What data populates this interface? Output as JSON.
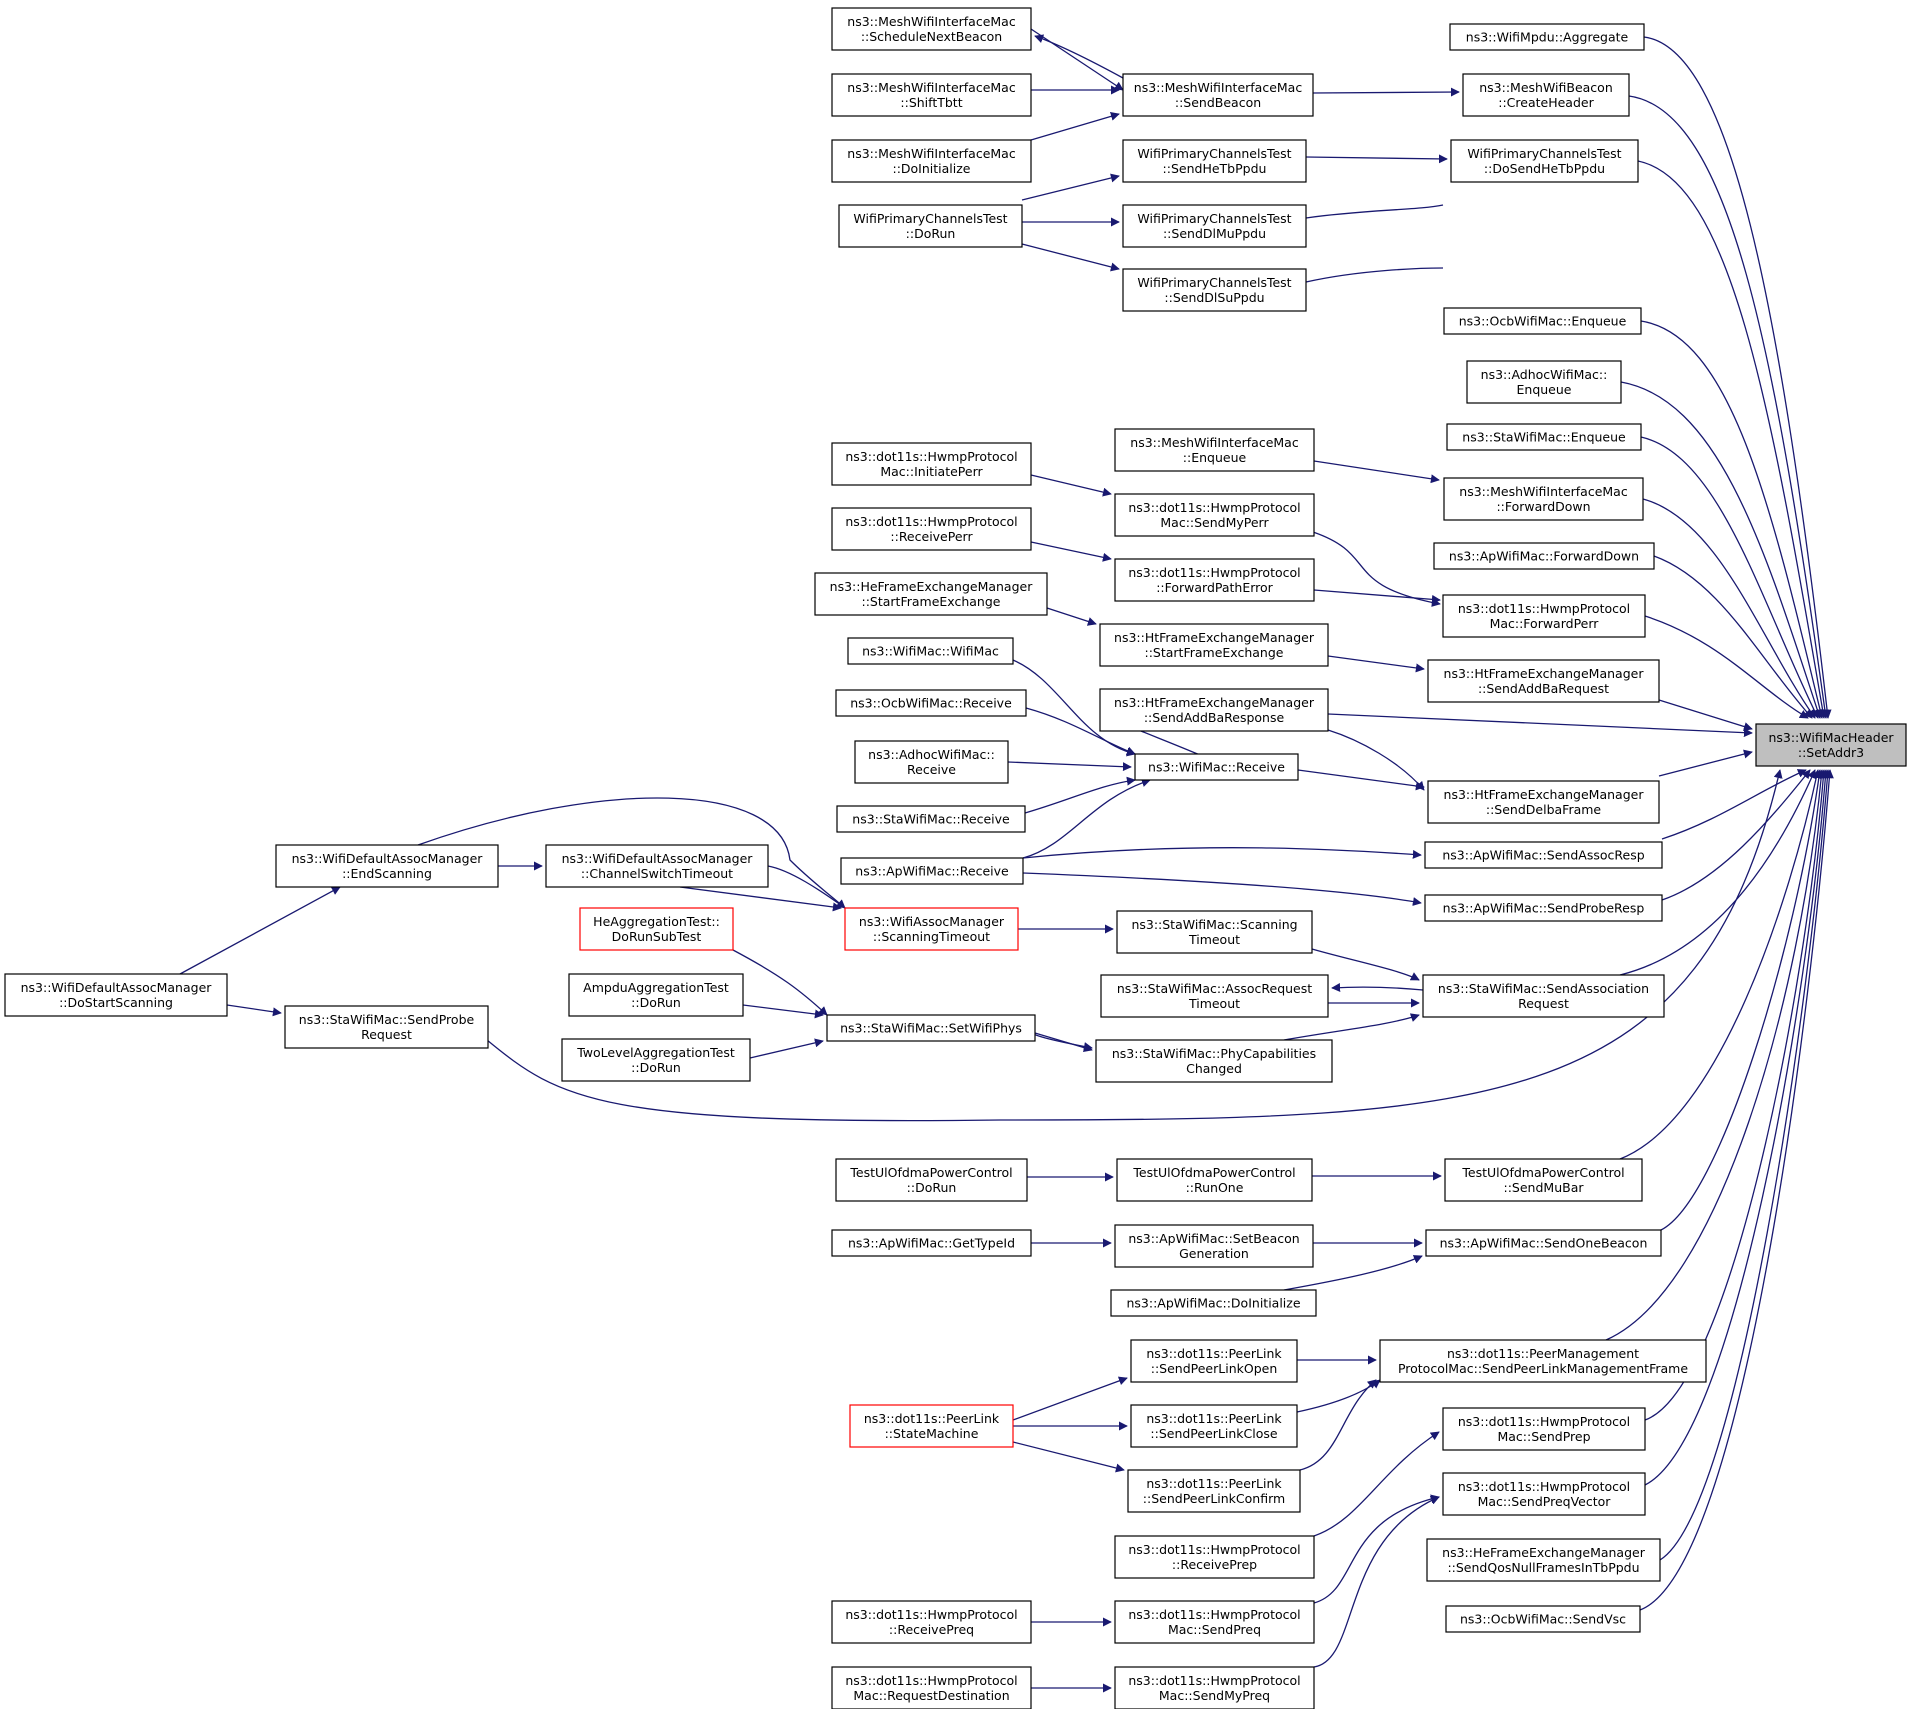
{
  "colors": {
    "edge": "#191970",
    "node_border": "#000000",
    "focus_fill": "#bfbfbf",
    "truncated_border": "#ff0000"
  },
  "nodes": [
    {
      "id": "setaddr3",
      "lines": [
        "ns3::WifiMacHeader",
        "::SetAddr3"
      ]
    },
    {
      "id": "aggregate",
      "lines": [
        "ns3::WifiMpdu::Aggregate"
      ]
    },
    {
      "id": "createheader",
      "lines": [
        "ns3::MeshWifiBeacon",
        "::CreateHeader"
      ]
    },
    {
      "id": "dosendhetb",
      "lines": [
        "WifiPrimaryChannelsTest",
        "::DoSendHeTbPpdu"
      ]
    },
    {
      "id": "ocbenqueue",
      "lines": [
        "ns3::OcbWifiMac::Enqueue"
      ]
    },
    {
      "id": "adhocenqueue",
      "lines": [
        "ns3::AdhocWifiMac::",
        "Enqueue"
      ]
    },
    {
      "id": "staenqueue",
      "lines": [
        "ns3::StaWifiMac::Enqueue"
      ]
    },
    {
      "id": "meshfwddown",
      "lines": [
        "ns3::MeshWifiInterfaceMac",
        "::ForwardDown"
      ]
    },
    {
      "id": "apfwddown",
      "lines": [
        "ns3::ApWifiMac::ForwardDown"
      ]
    },
    {
      "id": "fwdperr",
      "lines": [
        "ns3::dot11s::HwmpProtocol",
        "Mac::ForwardPerr"
      ]
    },
    {
      "id": "sendaddbareq",
      "lines": [
        "ns3::HtFrameExchangeManager",
        "::SendAddBaRequest"
      ]
    },
    {
      "id": "senddelba",
      "lines": [
        "ns3::HtFrameExchangeManager",
        "::SendDelbaFrame"
      ]
    },
    {
      "id": "sendassocresp",
      "lines": [
        "ns3::ApWifiMac::SendAssocResp"
      ]
    },
    {
      "id": "sendproberesp",
      "lines": [
        "ns3::ApWifiMac::SendProbeResp"
      ]
    },
    {
      "id": "sendassocreq",
      "lines": [
        "ns3::StaWifiMac::SendAssociation",
        "Request"
      ]
    },
    {
      "id": "sendmubar",
      "lines": [
        "TestUlOfdmaPowerControl",
        "::SendMuBar"
      ]
    },
    {
      "id": "sendonebeacon",
      "lines": [
        "ns3::ApWifiMac::SendOneBeacon"
      ]
    },
    {
      "id": "sendpeerlinkmgmt",
      "lines": [
        "ns3::dot11s::PeerManagement",
        "ProtocolMac::SendPeerLinkManagementFrame"
      ]
    },
    {
      "id": "sendprep",
      "lines": [
        "ns3::dot11s::HwmpProtocol",
        "Mac::SendPrep"
      ]
    },
    {
      "id": "sendpreqvector",
      "lines": [
        "ns3::dot11s::HwmpProtocol",
        "Mac::SendPreqVector"
      ]
    },
    {
      "id": "sendqosnull",
      "lines": [
        "ns3::HeFrameExchangeManager",
        "::SendQosNullFramesInTbPpdu"
      ]
    },
    {
      "id": "sendvsc",
      "lines": [
        "ns3::OcbWifiMac::SendVsc"
      ]
    },
    {
      "id": "meshsendbeacon",
      "lines": [
        "ns3::MeshWifiInterfaceMac",
        "::SendBeacon"
      ]
    },
    {
      "id": "sendhetb",
      "lines": [
        "WifiPrimaryChannelsTest",
        "::SendHeTbPpdu"
      ]
    },
    {
      "id": "senddlmu",
      "lines": [
        "WifiPrimaryChannelsTest",
        "::SendDlMuPpdu"
      ]
    },
    {
      "id": "senddlsu",
      "lines": [
        "WifiPrimaryChannelsTest",
        "::SendDlSuPpdu"
      ]
    },
    {
      "id": "meshenqueue",
      "lines": [
        "ns3::MeshWifiInterfaceMac",
        "::Enqueue"
      ]
    },
    {
      "id": "sendmyperr",
      "lines": [
        "ns3::dot11s::HwmpProtocol",
        "Mac::SendMyPerr"
      ]
    },
    {
      "id": "fwdpatherror",
      "lines": [
        "ns3::dot11s::HwmpProtocol",
        "::ForwardPathError"
      ]
    },
    {
      "id": "htstartfe",
      "lines": [
        "ns3::HtFrameExchangeManager",
        "::StartFrameExchange"
      ]
    },
    {
      "id": "sendaddbaresp",
      "lines": [
        "ns3::HtFrameExchangeManager",
        "::SendAddBaResponse"
      ]
    },
    {
      "id": "wifimacreceive",
      "lines": [
        "ns3::WifiMac::Receive"
      ]
    },
    {
      "id": "stascantimeout",
      "lines": [
        "ns3::StaWifiMac::Scanning",
        "Timeout"
      ]
    },
    {
      "id": "staassocreqtimeout",
      "lines": [
        "ns3::StaWifiMac::AssocRequest",
        "Timeout"
      ]
    },
    {
      "id": "staphycap",
      "lines": [
        "ns3::StaWifiMac::PhyCapabilities",
        "Changed"
      ]
    },
    {
      "id": "ulrunone",
      "lines": [
        "TestUlOfdmaPowerControl",
        "::RunOne"
      ]
    },
    {
      "id": "apsetbeacongen",
      "lines": [
        "ns3::ApWifiMac::SetBeacon",
        "Generation"
      ]
    },
    {
      "id": "apdoinit",
      "lines": [
        "ns3::ApWifiMac::DoInitialize"
      ]
    },
    {
      "id": "plsendopen",
      "lines": [
        "ns3::dot11s::PeerLink",
        "::SendPeerLinkOpen"
      ]
    },
    {
      "id": "plsendclose",
      "lines": [
        "ns3::dot11s::PeerLink",
        "::SendPeerLinkClose"
      ]
    },
    {
      "id": "plsendconfirm",
      "lines": [
        "ns3::dot11s::PeerLink",
        "::SendPeerLinkConfirm"
      ]
    },
    {
      "id": "hwmprecvprep",
      "lines": [
        "ns3::dot11s::HwmpProtocol",
        "::ReceivePrep"
      ]
    },
    {
      "id": "hwmpsendpreq",
      "lines": [
        "ns3::dot11s::HwmpProtocol",
        "Mac::SendPreq"
      ]
    },
    {
      "id": "hwmpsendmypreq",
      "lines": [
        "ns3::dot11s::HwmpProtocol",
        "Mac::SendMyPreq"
      ]
    },
    {
      "id": "meshschednext",
      "lines": [
        "ns3::MeshWifiInterfaceMac",
        "::ScheduleNextBeacon"
      ]
    },
    {
      "id": "meshshifttbtt",
      "lines": [
        "ns3::MeshWifiInterfaceMac",
        "::ShiftTbtt"
      ]
    },
    {
      "id": "meshdoinit",
      "lines": [
        "ns3::MeshWifiInterfaceMac",
        "::DoInitialize"
      ]
    },
    {
      "id": "wpctdorun",
      "lines": [
        "WifiPrimaryChannelsTest",
        "::DoRun"
      ]
    },
    {
      "id": "initiateperr",
      "lines": [
        "ns3::dot11s::HwmpProtocol",
        "Mac::InitiatePerr"
      ]
    },
    {
      "id": "receiveperr",
      "lines": [
        "ns3::dot11s::HwmpProtocol",
        "::ReceivePerr"
      ]
    },
    {
      "id": "hestartfe",
      "lines": [
        "ns3::HeFrameExchangeManager",
        "::StartFrameExchange"
      ]
    },
    {
      "id": "wifimacctor",
      "lines": [
        "ns3::WifiMac::WifiMac"
      ]
    },
    {
      "id": "ocbreceive",
      "lines": [
        "ns3::OcbWifiMac::Receive"
      ]
    },
    {
      "id": "adhocreceive",
      "lines": [
        "ns3::AdhocWifiMac::",
        "Receive"
      ]
    },
    {
      "id": "stareceive",
      "lines": [
        "ns3::StaWifiMac::Receive"
      ]
    },
    {
      "id": "apreceive",
      "lines": [
        "ns3::ApWifiMac::Receive"
      ]
    },
    {
      "id": "assocscantimeout",
      "lines": [
        "ns3::WifiAssocManager",
        "::ScanningTimeout"
      ]
    },
    {
      "id": "stasetwifiphys",
      "lines": [
        "ns3::StaWifiMac::SetWifiPhys"
      ]
    },
    {
      "id": "ultestdorun",
      "lines": [
        "TestUlOfdmaPowerControl",
        "::DoRun"
      ]
    },
    {
      "id": "apgettypeid",
      "lines": [
        "ns3::ApWifiMac::GetTypeId"
      ]
    },
    {
      "id": "plstatemachine",
      "lines": [
        "ns3::dot11s::PeerLink",
        "::StateMachine"
      ]
    },
    {
      "id": "hwmprecvpreq",
      "lines": [
        "ns3::dot11s::HwmpProtocol",
        "::ReceivePreq"
      ]
    },
    {
      "id": "hwmpreqdest",
      "lines": [
        "ns3::dot11s::HwmpProtocol",
        "Mac::RequestDestination"
      ]
    },
    {
      "id": "heaggdorunsub",
      "lines": [
        "HeAggregationTest::",
        "DoRunSubTest"
      ]
    },
    {
      "id": "ampduaggdorun",
      "lines": [
        "AmpduAggregationTest",
        "::DoRun"
      ]
    },
    {
      "id": "twolevelaggdorun",
      "lines": [
        "TwoLevelAggregationTest",
        "::DoRun"
      ]
    },
    {
      "id": "defchswitchtimeout",
      "lines": [
        "ns3::WifiDefaultAssocManager",
        "::ChannelSwitchTimeout"
      ]
    },
    {
      "id": "defendscanning",
      "lines": [
        "ns3::WifiDefaultAssocManager",
        "::EndScanning"
      ]
    },
    {
      "id": "stasendprobereq",
      "lines": [
        "ns3::StaWifiMac::SendProbe",
        "Request"
      ]
    },
    {
      "id": "defdostartscanning",
      "lines": [
        "ns3::WifiDefaultAssocManager",
        "::DoStartScanning"
      ]
    }
  ]
}
